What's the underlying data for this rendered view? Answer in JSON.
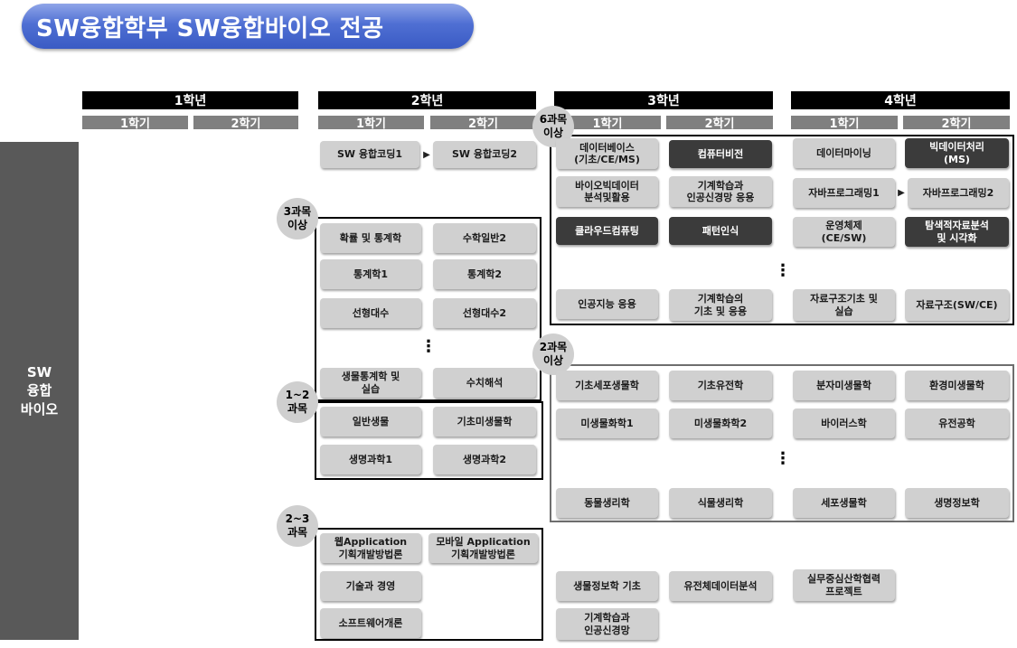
{
  "title": "SW융합학부  SW융합바이오 전공",
  "side_label": "SW\n융합\n바이오",
  "years": [
    "1학년",
    "2학년",
    "3학년",
    "4학년"
  ],
  "semesters": [
    "1학기",
    "2학기"
  ],
  "groups": {
    "g2_top": "3과목\n이상",
    "g2_mid": "1~2\n과목",
    "g2_bot": "2~3\n과목",
    "g3_top": "6과목\n이상",
    "g3_mid": "2과목\n이상"
  },
  "arrow_glyph": "▶",
  "dots_glyph": "⋮",
  "courses": {
    "y2_coding1": "SW 융합코딩1",
    "y2_coding2": "SW 융합코딩2",
    "y2_prob_stats": "확률 및 통계학",
    "y2_math2": "수학일반2",
    "y2_stats1": "통계학1",
    "y2_stats2": "통계학2",
    "y2_linalg": "선형대수",
    "y2_linalg2": "선형대수2",
    "y2_biostats": "생물통계학 및\n실습",
    "y2_numerical": "수치해석",
    "y2_genbio": "일반생물",
    "y2_microbio": "기초미생물학",
    "y2_lifesci1": "생명과학1",
    "y2_lifesci2": "생명과학2",
    "y2_webapp": "웹Application\n기획개발방법론",
    "y2_mobileapp": "모바일 Application\n기획개발방법론",
    "y2_tech_mgmt": "기술과 경영",
    "y2_sw_intro": "소프트웨어개론",
    "y3_db": "데이터베이스\n(기초/CE/MS)",
    "y3_vision": "컴퓨터비전",
    "y3_bio_bigdata": "바이오빅데이터\n분석및활용",
    "y3_ml_nn_app": "기계학습과\n인공신경망 응용",
    "y3_cloud": "클라우드컴퓨팅",
    "y3_pattern": "패턴인식",
    "y3_ai_app": "인공지능 응용",
    "y3_ml_basic_app": "기계학습의\n기초 및 응용",
    "y3_cellbio": "기초세포생물학",
    "y3_genetics": "기초유전학",
    "y3_microchem1": "미생물화학1",
    "y3_microchem2": "미생물화학2",
    "y3_animal_phys": "동물생리학",
    "y3_plant_phys": "식물생리학",
    "y3_bioinfo_basic": "생물정보학 기초",
    "y3_genome_analysis": "유전체데이터분석",
    "y3_ml_nn": "기계학습과\n인공신경망",
    "y4_datamining": "데이터마이닝",
    "y4_bigdata": "빅데이터처리\n(MS)",
    "y4_java1": "자바프로그래밍1",
    "y4_java2": "자바프로그래밍2",
    "y4_os": "운영체제\n(CE/SW)",
    "y4_eda": "탐색적자료분석\n및 시각화",
    "y4_ds_basic": "자료구조기초 및\n실습",
    "y4_ds": "자료구조(SW/CE)",
    "y4_molmicro": "분자미생물학",
    "y4_envmicro": "환경미생물학",
    "y4_virology": "바이러스학",
    "y4_genetic_eng": "유전공학",
    "y4_cellbio": "세포생물학",
    "y4_bioinfo": "생명정보학",
    "y4_capstone": "실무중심산학협력\n프로젝트"
  }
}
